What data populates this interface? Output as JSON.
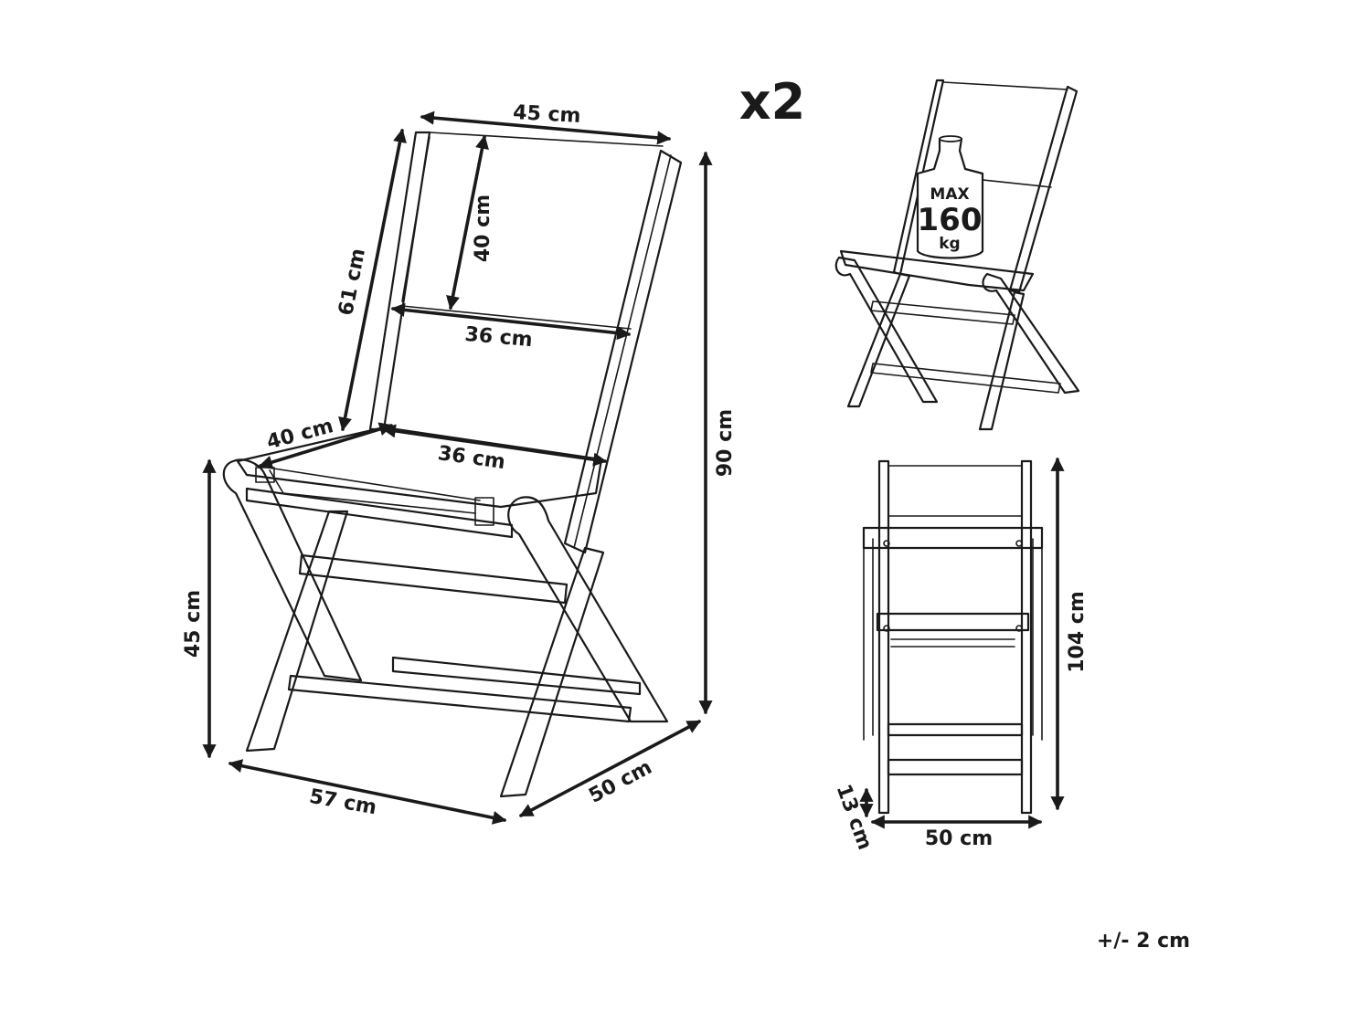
{
  "quantity_label": "x2",
  "tolerance_label": "+/- 2 cm",
  "weight_badge": {
    "line1": "MAX",
    "line2": "160",
    "line3": "kg"
  },
  "main_view": {
    "width_top": "45 cm",
    "back_height": "61 cm",
    "back_panel_height": "40 cm",
    "back_panel_width": "36 cm",
    "seat_depth": "40 cm",
    "seat_width": "36 cm",
    "total_height": "90 cm",
    "seat_height": "45 cm",
    "depth": "57 cm",
    "width_bottom": "50 cm"
  },
  "folded_view": {
    "folded_height": "104 cm",
    "folded_depth": "13 cm",
    "folded_width": "50 cm"
  }
}
